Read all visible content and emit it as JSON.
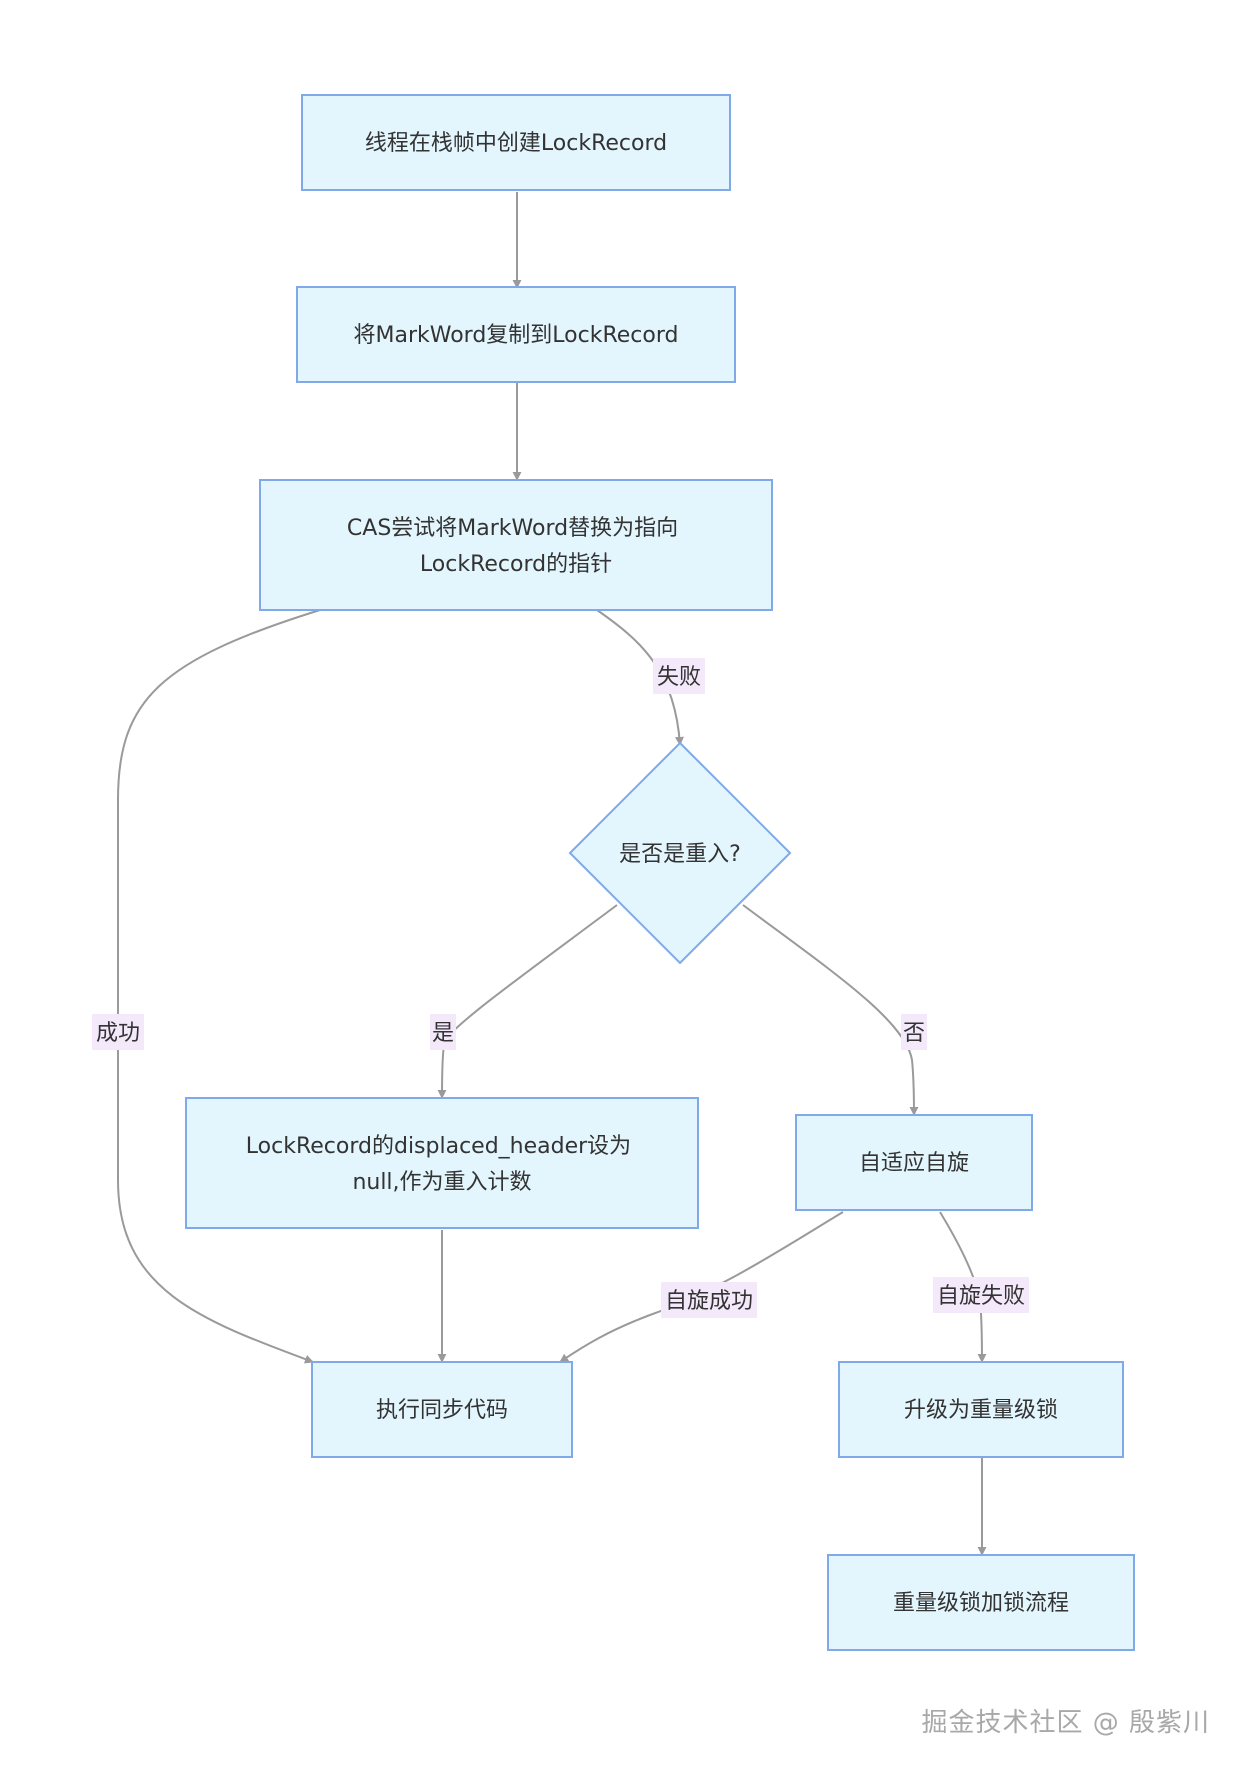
{
  "nodes": {
    "create": {
      "lines": [
        "线程在栈帧中创建LockRecord"
      ]
    },
    "copy": {
      "lines": [
        "将MarkWord复制到LockRecord"
      ]
    },
    "cas": {
      "lines": [
        "CAS尝试将MarkWord替换为指向",
        "LockRecord的指针"
      ]
    },
    "reentrant": {
      "lines": [
        "是否是重入?"
      ]
    },
    "displaced": {
      "lines": [
        "LockRecord的displaced_header设为",
        "null,作为重入计数"
      ]
    },
    "spin": {
      "lines": [
        "自适应自旋"
      ]
    },
    "exec": {
      "lines": [
        "执行同步代码"
      ]
    },
    "upgrade": {
      "lines": [
        "升级为重量级锁"
      ]
    },
    "heavy": {
      "lines": [
        "重量级锁加锁流程"
      ]
    }
  },
  "edges": {
    "cas_fail": {
      "label": "失败"
    },
    "cas_success": {
      "label": "成功"
    },
    "is_yes": {
      "label": "是"
    },
    "is_no": {
      "label": "否"
    },
    "spin_success": {
      "label": "自旋成功"
    },
    "spin_fail": {
      "label": "自旋失败"
    }
  },
  "watermark": "掘金技术社区 @ 殷紫川",
  "colors": {
    "node_fill": "#e3f5fd",
    "node_stroke": "#7fa9e8",
    "edge": "#9a9a9a",
    "label_bg": "#f3e9fb",
    "text": "#333333",
    "watermark": "#a8a8a8"
  }
}
